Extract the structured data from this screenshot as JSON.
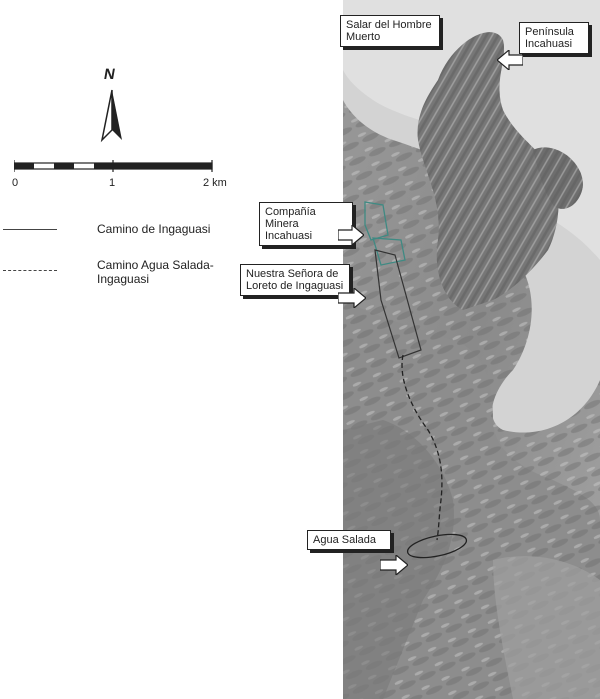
{
  "north_label": "N",
  "scale": {
    "ticks": [
      "0",
      "1",
      "2 km"
    ]
  },
  "legend": [
    {
      "label": "Camino de Ingaguasi",
      "style": "solid"
    },
    {
      "label": "Camino Agua Salada-Ingaguasi",
      "style": "dashed"
    }
  ],
  "callouts": {
    "salar": "Salar del Hombre Muerto",
    "peninsula": "Península Incahuasi",
    "compania": "Compañía Minera Incahuasi",
    "nuestra": "Nuestra Señora de Loreto de Ingaguasi",
    "agua": "Agua Salada"
  },
  "colors": {
    "site_outline": "#3f8a83",
    "route": "#222222"
  }
}
